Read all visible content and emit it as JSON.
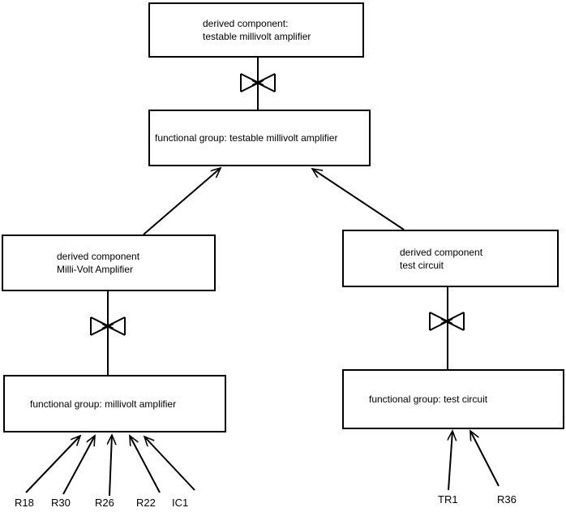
{
  "diagram": {
    "colors": {
      "background": "#ffffff",
      "line": "#000000"
    },
    "boxes": {
      "top_derived": {
        "line1": "derived component:",
        "line2": "testable millivolt amplifier"
      },
      "fg_testable": {
        "label": "functional group: testable millivolt amplifier"
      },
      "left_derived": {
        "line1": "derived component",
        "line2": "Milli-Volt Amplifier"
      },
      "fg_millivolt": {
        "label": "functional group: millivolt amplifier"
      },
      "right_derived": {
        "line1": "derived component",
        "line2": "test circuit"
      },
      "fg_test": {
        "label": "functional group: test circuit"
      }
    },
    "components": {
      "millivolt_amplifier": [
        "R18",
        "R30",
        "R26",
        "R22",
        "IC1"
      ],
      "test_circuit": [
        "TR1",
        "R36"
      ]
    }
  }
}
